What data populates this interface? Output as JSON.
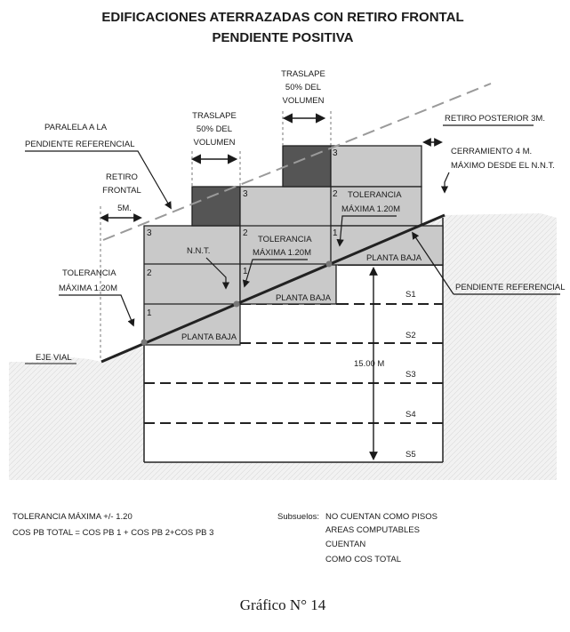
{
  "title_line1": "EDIFICACIONES ATERRAZADAS CON RETIRO FRONTAL",
  "title_line2": "PENDIENTE POSITIVA",
  "labels": {
    "paralela_1": "PARALELA A LA",
    "paralela_2": "PENDIENTE REFERENCIAL",
    "traslape1_1": "TRASLAPE",
    "traslape1_2": "50% DEL",
    "traslape1_3": "VOLUMEN",
    "traslape2_1": "TRASLAPE",
    "traslape2_2": "50% DEL",
    "traslape2_3": "VOLUMEN",
    "retiro_posterior": "RETIRO POSTERIOR 3M.",
    "cerramiento_1": "CERRAMIENTO 4 M.",
    "cerramiento_2": "MÁXIMO DESDE EL N.N.T.",
    "retiro_frontal_1": "RETIRO",
    "retiro_frontal_2": "FRONTAL",
    "retiro_frontal_3": "5M.",
    "nnt": "N.N.T.",
    "tol_mid_1": "TOLERANCIA",
    "tol_mid_2": "MÁXIMA 1.20M",
    "tol_right_1": "TOLERANCIA",
    "tol_right_2": "MÁXIMA 1.20M",
    "tol_left_1": "TOLERANCIA",
    "tol_left_2": "MÁXIMA 1.20M",
    "pendiente": "PENDIENTE REFERENCIAL",
    "eje_vial": "EJE VIAL",
    "pb_left": "PLANTA BAJA",
    "pb_mid": "PLANTA BAJA",
    "pb_right": "PLANTA BAJA",
    "height": "15.00 M"
  },
  "floor_numbers": {
    "a1": "1",
    "a2": "2",
    "a3": "3",
    "b1": "1",
    "b2": "2",
    "b3": "3",
    "c1": "1",
    "c2": "2",
    "c3": "3"
  },
  "basements": [
    "S1",
    "S2",
    "S3",
    "S4",
    "S5"
  ],
  "notes": {
    "tol": "TOLERANCIA MÁXIMA +/- 1.20",
    "cos": "COS PB TOTAL = COS PB 1 + COS PB 2+COS PB 3",
    "sub_label": "Subsuelos:",
    "sub_1": "NO CUENTAN COMO PISOS",
    "sub_2": "AREAS COMPUTABLES",
    "sub_3": "CUENTAN",
    "sub_4": "COMO COS TOTAL"
  },
  "caption": "Gráfico N° 14",
  "colors": {
    "floor": "#c9c9c9",
    "overlap": "#555555",
    "ground": "#efefef",
    "line": "#222222",
    "dashed": "#9a9a9a"
  }
}
